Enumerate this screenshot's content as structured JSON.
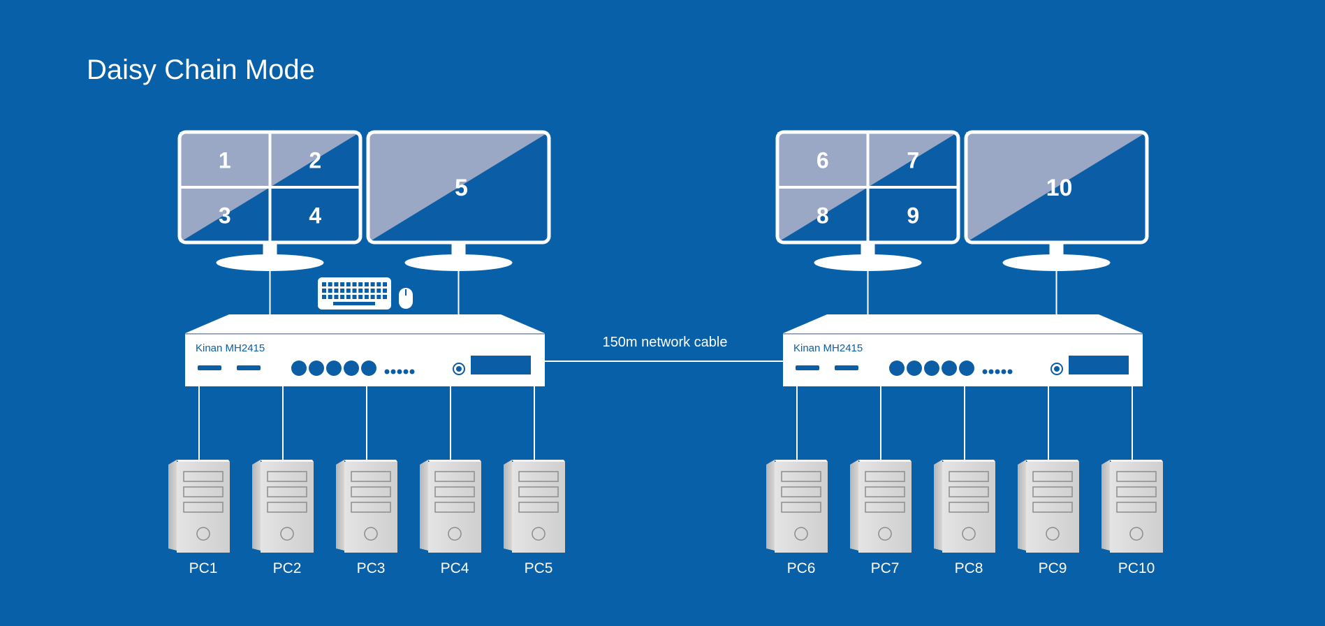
{
  "title": "Daisy Chain Mode",
  "cable_label": "150m network cable",
  "colors": {
    "background": "#0760a8",
    "panel_fill": "#9aa8c6",
    "device": "#ffffff",
    "accent": "#0b5ea6"
  },
  "left_system": {
    "kvm_label": "Kinan MH2415",
    "quad_monitor_panes": [
      "1",
      "2",
      "3",
      "4"
    ],
    "single_monitor_label": "5",
    "pcs": [
      "PC1",
      "PC2",
      "PC3",
      "PC4",
      "PC5"
    ]
  },
  "right_system": {
    "kvm_label": "Kinan MH2415",
    "quad_monitor_panes": [
      "6",
      "7",
      "8",
      "9"
    ],
    "single_monitor_label": "10",
    "pcs": [
      "PC6",
      "PC7",
      "PC8",
      "PC9",
      "PC10"
    ]
  }
}
